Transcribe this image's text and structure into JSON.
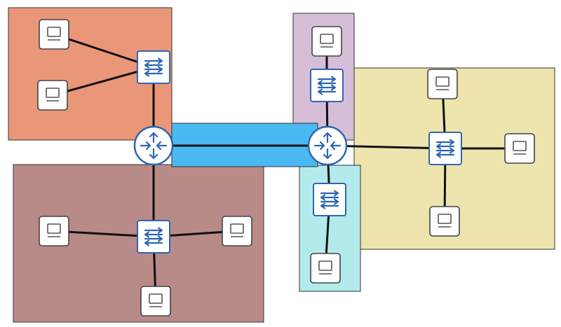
{
  "colors": {
    "zone_orange": "#ea9679",
    "zone_purple": "#d6bdd8",
    "zone_yellow": "#ede5ad",
    "zone_mauve": "#b88a88",
    "zone_teal": "#b3ebec",
    "backbone": "#49b9f2",
    "device_blue": "#2f66b3",
    "link": "#111111"
  },
  "icons": {
    "router": "router-icon",
    "switch": "switch-icon",
    "host": "computer-icon"
  },
  "nodes": {
    "routers": [
      "router-left",
      "router-right"
    ],
    "switches": [
      "switch-orange",
      "switch-mauve",
      "switch-purple",
      "switch-teal",
      "switch-yellow"
    ],
    "hosts": [
      "host-orange-1",
      "host-orange-2",
      "host-mauve-left",
      "host-mauve-right",
      "host-mauve-bottom",
      "host-purple",
      "host-teal",
      "host-yellow-top",
      "host-yellow-right",
      "host-yellow-bottom"
    ]
  },
  "links": [
    [
      "router-left",
      "router-right"
    ],
    [
      "router-left",
      "switch-orange"
    ],
    [
      "router-left",
      "switch-mauve"
    ],
    [
      "router-right",
      "switch-purple"
    ],
    [
      "router-right",
      "switch-teal"
    ],
    [
      "router-right",
      "switch-yellow"
    ],
    [
      "switch-orange",
      "host-orange-1"
    ],
    [
      "switch-orange",
      "host-orange-2"
    ],
    [
      "switch-mauve",
      "host-mauve-left"
    ],
    [
      "switch-mauve",
      "host-mauve-right"
    ],
    [
      "switch-mauve",
      "host-mauve-bottom"
    ],
    [
      "switch-purple",
      "host-purple"
    ],
    [
      "switch-teal",
      "host-teal"
    ],
    [
      "switch-yellow",
      "host-yellow-top"
    ],
    [
      "switch-yellow",
      "host-yellow-right"
    ],
    [
      "switch-yellow",
      "host-yellow-bottom"
    ]
  ]
}
